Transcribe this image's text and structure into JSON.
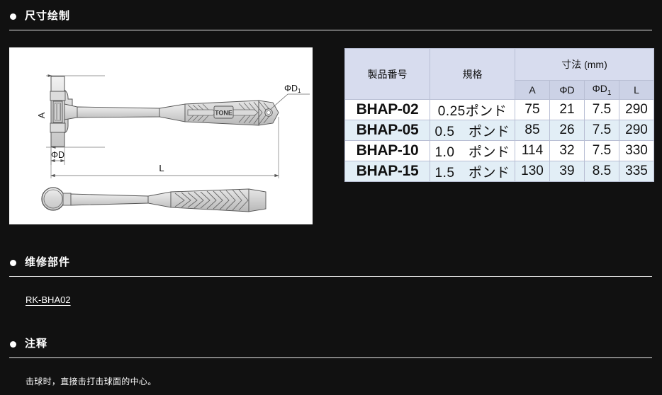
{
  "page": {
    "background_color": "#111111",
    "text_color": "#ffffff"
  },
  "sections": {
    "dimensions": {
      "bullet": "bullet-dot",
      "title": "尺寸绘制"
    },
    "repair_parts": {
      "bullet": "bullet-dot",
      "title": "维修部件",
      "link_label": "RK-BHA02"
    },
    "notes": {
      "bullet": "bullet-dot",
      "title": "注释",
      "body": "击球时，直接击打击球面的中心。"
    }
  },
  "drawing": {
    "name": "hammer-dimension-drawing",
    "brand_mark": "TONE",
    "labels": {
      "a": "A",
      "phi_d": "ΦD",
      "phi_d1_prefix": "ΦD",
      "phi_d1_sub": "1",
      "l": "L"
    },
    "colors": {
      "panel": "#ffffff",
      "line": "#4a4a4a",
      "fill_light": "#e8e8e8",
      "fill_mid": "#d5d5d5",
      "fill_dark": "#bdbdbd"
    }
  },
  "table": {
    "name": "specification-table",
    "colors": {
      "header_bg": "#d7dcee",
      "subheader_bg": "#ccd2e6",
      "row_alt_bg": "#e2eef6",
      "row_bg": "#ffffff",
      "border": "#b9bfd4"
    },
    "headers": {
      "model": "製品番号",
      "spec": "規格",
      "dimension_group": "寸法 (mm)",
      "a": "A",
      "phi_d": "ΦD",
      "phi_d1_prefix": "ΦD",
      "phi_d1_sub": "1",
      "l": "L"
    },
    "rows": [
      {
        "model": "BHAP-02",
        "spec": "0.25ポンド",
        "a": "75",
        "phi_d": "21",
        "phi_d1": "7.5",
        "l": "290"
      },
      {
        "model": "BHAP-05",
        "spec": "0.5　ポンド",
        "a": "85",
        "phi_d": "26",
        "phi_d1": "7.5",
        "l": "290"
      },
      {
        "model": "BHAP-10",
        "spec": "1.0　ポンド",
        "a": "114",
        "phi_d": "32",
        "phi_d1": "7.5",
        "l": "330"
      },
      {
        "model": "BHAP-15",
        "spec": "1.5　ポンド",
        "a": "130",
        "phi_d": "39",
        "phi_d1": "8.5",
        "l": "335"
      }
    ]
  }
}
